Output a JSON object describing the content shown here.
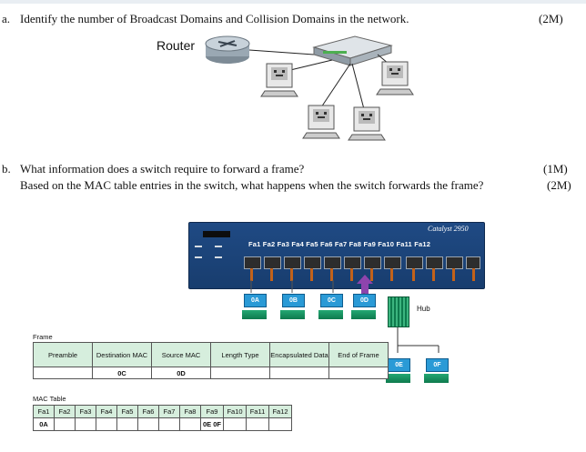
{
  "question_a": {
    "number": "a.",
    "text": "Identify the number of Broadcast Domains and Collision Domains in the network.",
    "marks": "(2M)",
    "diagram": {
      "router_label": "Router"
    }
  },
  "question_b": {
    "number": "b.",
    "text": "What information does a switch require to forward a frame?",
    "marks": "(1M)",
    "text2": "Based on the MAC table entries in the switch, what happens when the switch forwards the frame?",
    "marks2": "(2M)"
  },
  "switch": {
    "model": "Catalyst 2950",
    "port_labels": "Fa1 Fa2 Fa3 Fa4 Fa5 Fa6 Fa7 Fa8  Fa9 Fa10 Fa11 Fa12",
    "pc_labels": [
      "0A",
      "0B",
      "0C",
      "0D"
    ],
    "hub_label": "Hub",
    "hub_pc_labels": [
      "0E",
      "0F"
    ]
  },
  "frame": {
    "title": "Frame",
    "headers": [
      "Preamble",
      "Destination MAC",
      "Source MAC",
      "Length Type",
      "Encapsulated Data",
      "End of Frame"
    ],
    "values": [
      "",
      "0C",
      "0D",
      "",
      "",
      ""
    ]
  },
  "mac_table": {
    "title": "MAC Table",
    "headers": [
      "Fa1",
      "Fa2",
      "Fa3",
      "Fa4",
      "Fa5",
      "Fa6",
      "Fa7",
      "Fa8",
      "Fa9",
      "Fa10",
      "Fa11",
      "Fa12"
    ],
    "values": [
      "0A",
      "",
      "",
      "",
      "",
      "",
      "",
      "",
      "0E 0F",
      "",
      "",
      ""
    ]
  }
}
